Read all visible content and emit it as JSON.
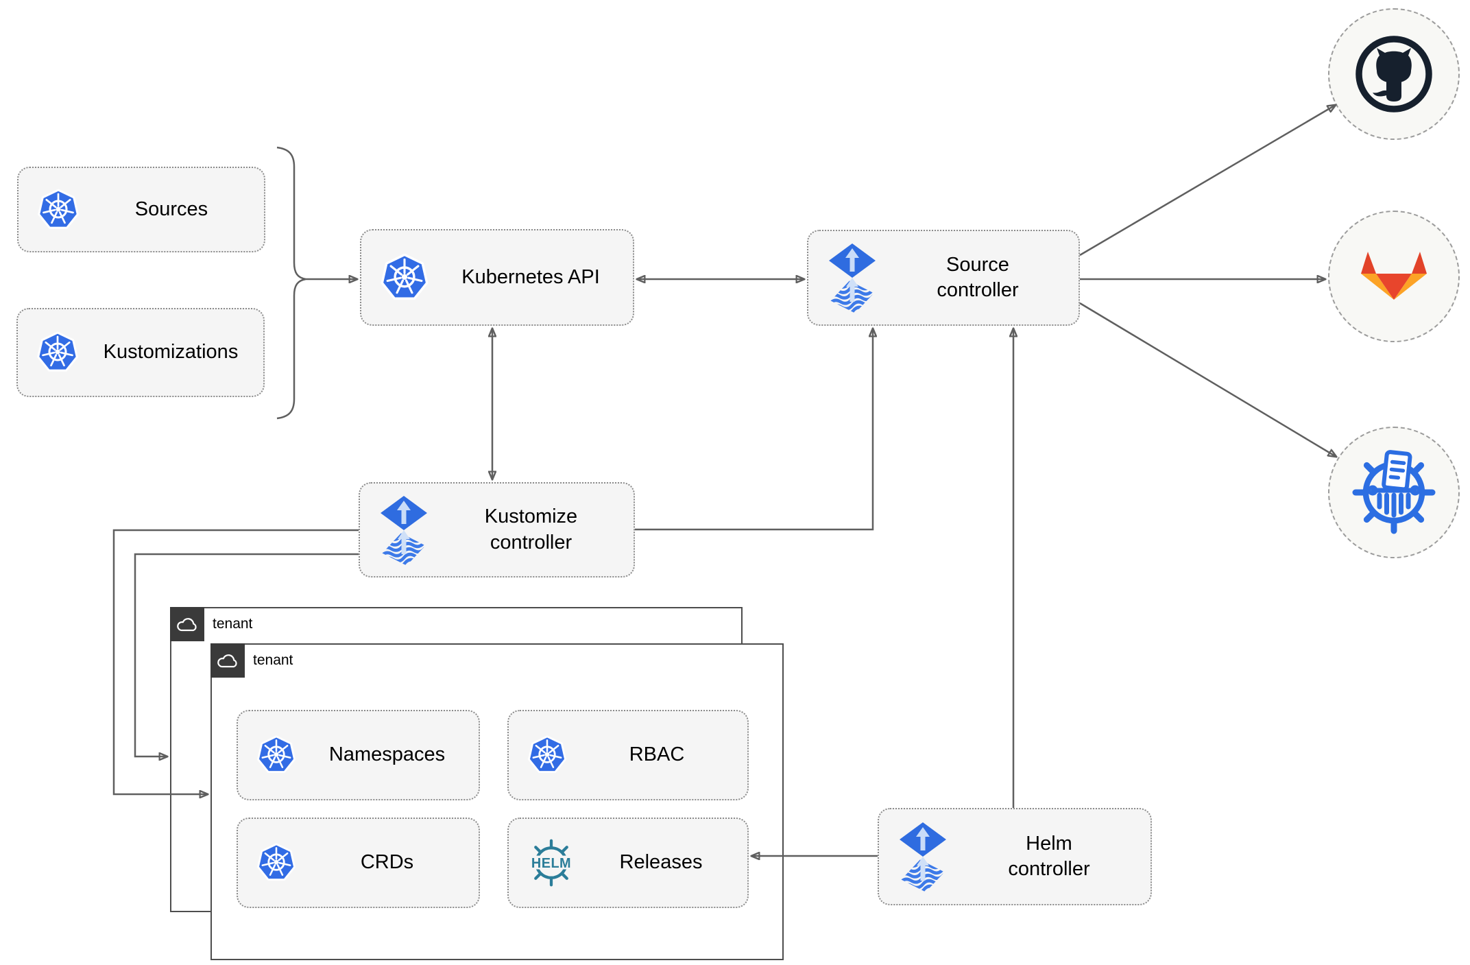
{
  "nodes": {
    "sources": {
      "label": "Sources",
      "icon": "kubernetes"
    },
    "kustomizations": {
      "label": "Kustomizations",
      "icon": "kubernetes"
    },
    "kubernetes_api": {
      "label": "Kubernetes API",
      "icon": "kubernetes"
    },
    "source_controller": {
      "label": "Source\ncontroller",
      "icon": "flux"
    },
    "kustomize_controller": {
      "label": "Kustomize\ncontroller",
      "icon": "flux"
    },
    "helm_controller": {
      "label": "Helm\ncontroller",
      "icon": "flux"
    },
    "tenant_back": {
      "label": "tenant",
      "icon": "cloud"
    },
    "tenant_front": {
      "label": "tenant",
      "icon": "cloud"
    },
    "namespaces": {
      "label": "Namespaces",
      "icon": "kubernetes"
    },
    "rbac": {
      "label": "RBAC",
      "icon": "kubernetes"
    },
    "crds": {
      "label": "CRDs",
      "icon": "kubernetes"
    },
    "releases": {
      "label": "Releases",
      "icon": "helm",
      "icon_text": "HELM"
    },
    "github": {
      "icon": "github-logo"
    },
    "gitlab": {
      "icon": "gitlab-logo"
    },
    "registry": {
      "icon": "kubernetes-registry"
    }
  },
  "edges": [
    {
      "from": "sources-kustomizations-bracket",
      "to": "kubernetes-api",
      "type": "arrow"
    },
    {
      "from": "kubernetes-api",
      "to": "source-controller",
      "type": "double-arrow"
    },
    {
      "from": "kubernetes-api",
      "to": "kustomize-controller",
      "type": "double-arrow"
    },
    {
      "from": "kustomize-controller",
      "to": "source-controller",
      "type": "arrow"
    },
    {
      "from": "kustomize-controller",
      "to": "tenant-front",
      "type": "arrow"
    },
    {
      "from": "kustomize-controller",
      "to": "tenant-back",
      "type": "arrow"
    },
    {
      "from": "helm-controller",
      "to": "source-controller",
      "type": "arrow"
    },
    {
      "from": "helm-controller",
      "to": "releases",
      "type": "arrow"
    },
    {
      "from": "source-controller",
      "to": "github",
      "type": "arrow"
    },
    {
      "from": "source-controller",
      "to": "gitlab",
      "type": "arrow"
    },
    {
      "from": "source-controller",
      "to": "registry",
      "type": "arrow"
    }
  ],
  "colors": {
    "kubernetes_blue": "#326ce5",
    "flux_blue": "#2f6ce0",
    "flux_arrow_light": "#c9dcf8",
    "helm_teal": "#2b7d99",
    "github_dark": "#16202d",
    "gitlab_red_orange": "#e24329",
    "gitlab_amber": "#fca326",
    "edge_gray": "#5f5f5f",
    "node_fill": "#f5f5f5",
    "tenant_border": "#4d4d4d"
  }
}
